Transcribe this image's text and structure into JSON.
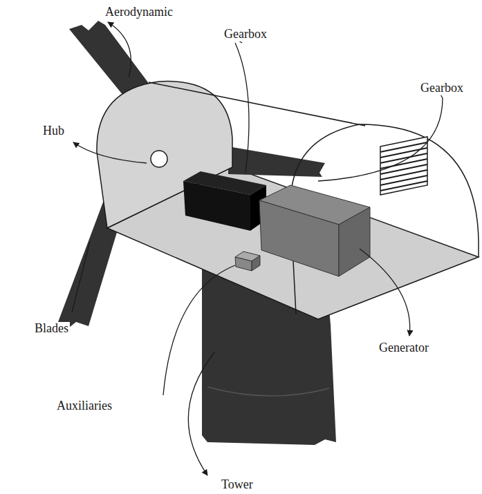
{
  "diagram": {
    "labels": [
      "Aerodynamic",
      "Gearbox",
      "Gearbox",
      "Hub",
      "Blades",
      "Generator",
      "Auxiliaries",
      "Tower"
    ]
  }
}
